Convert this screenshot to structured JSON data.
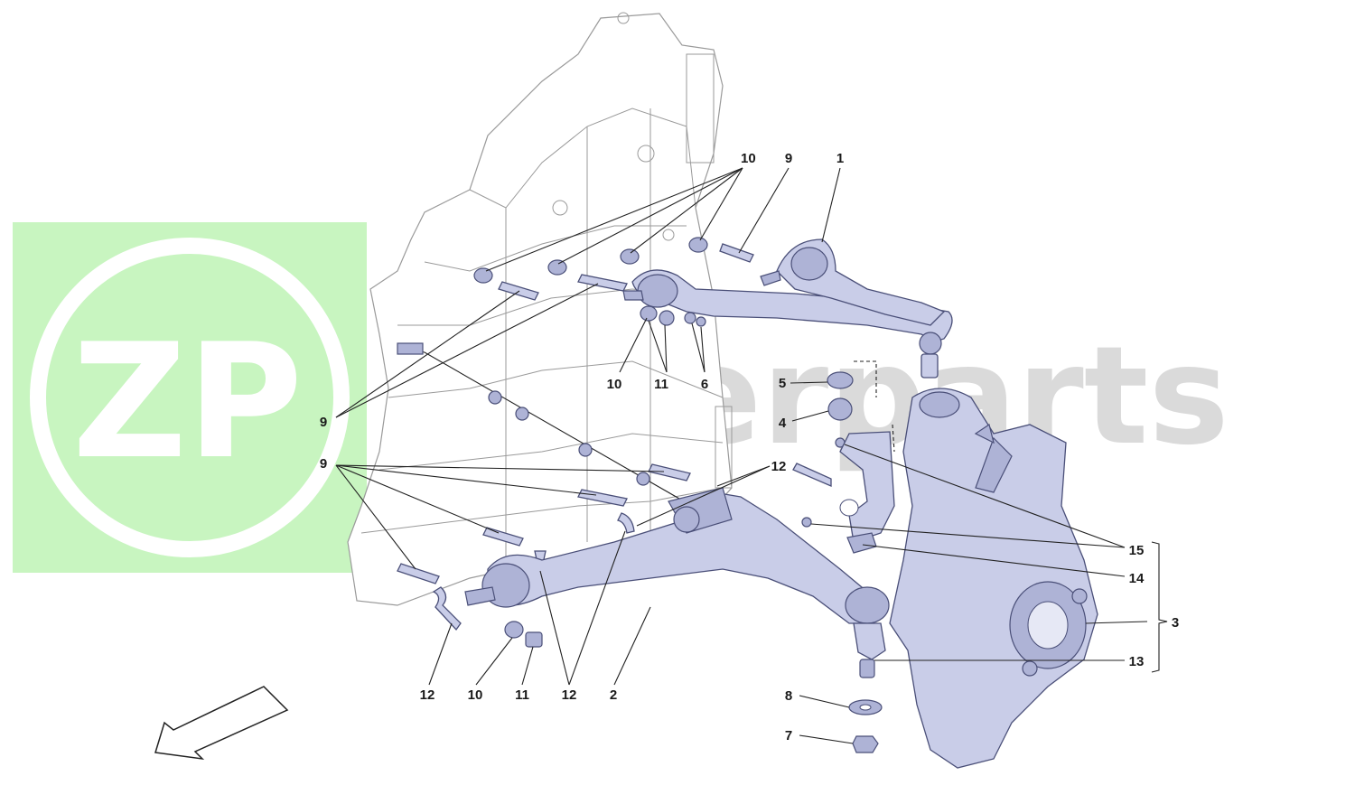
{
  "watermark": {
    "logo_text": "ZP",
    "brand_text": "zuperparts",
    "logo_bg_color": "#c8f5c0"
  },
  "colors": {
    "part_fill": "#c9cde8",
    "part_stroke": "#4a4f78",
    "frame_stroke": "#9a9a9a"
  },
  "callouts": {
    "c1": "1",
    "c2": "2",
    "c3": "3",
    "c4": "4",
    "c5": "5",
    "c6": "6",
    "c7": "7",
    "c8": "8",
    "c9a": "9",
    "c9b": "9",
    "c9c": "9",
    "c10a": "10",
    "c10b": "10",
    "c10c": "10",
    "c11a": "11",
    "c11b": "11",
    "c12a": "12",
    "c12b": "12",
    "c12c": "12",
    "c13": "13",
    "c14": "14",
    "c15": "15"
  },
  "icons": {
    "direction_arrow": "arrow-down-left-icon"
  }
}
